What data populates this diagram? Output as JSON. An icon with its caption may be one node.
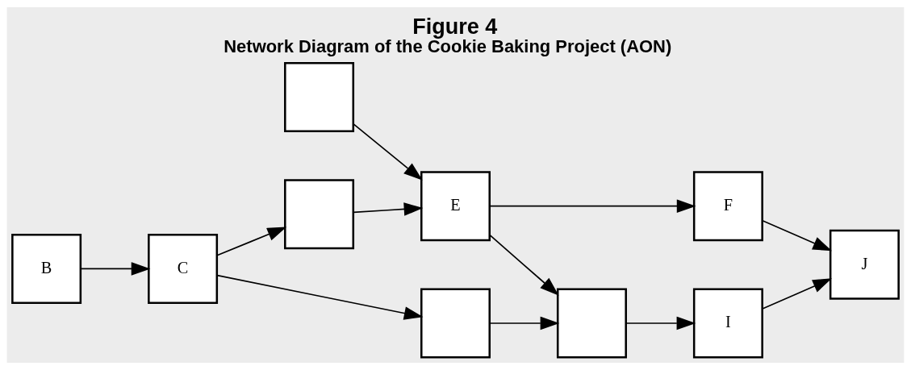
{
  "diagram": {
    "title": "Figure 4",
    "caption": "Network Diagram of the Cookie Baking Project (AON)",
    "nodes": [
      {
        "text": [],
        "shape": "box"
      },
      {
        "text": [
          "E"
        ]
      },
      {
        "text": [
          "F"
        ]
      },
      {
        "text": [
          "J"
        ]
      },
      {
        "text": [],
        "shape": "box"
      },
      {
        "text": [
          "B"
        ]
      },
      {
        "text": [
          "C"
        ]
      },
      {
        "text": [],
        "shape": "box"
      },
      {
        "text": [
          "I"
        ]
      },
      {
        "text": [],
        "shape": "box"
      }
    ],
    "edges": [
      {
        "from": 0,
        "to": 1,
        "arrow": "to"
      },
      {
        "from": 1,
        "to": 2,
        "arrow": "to"
      },
      {
        "from": 2,
        "to": 3,
        "arrow": "to"
      },
      {
        "from": 5,
        "to": 6,
        "arrow": "to"
      },
      {
        "from": 6,
        "to": 4,
        "arrow": "to"
      },
      {
        "from": 6,
        "to": 9,
        "arrow": "to"
      },
      {
        "from": 4,
        "to": 1,
        "arrow": "to"
      },
      {
        "from": 1,
        "to": 7,
        "arrow": "to"
      },
      {
        "from": 9,
        "to": 7,
        "arrow": "to"
      },
      {
        "from": 7,
        "to": 8,
        "arrow": "to"
      },
      {
        "from": 8,
        "to": 3,
        "arrow": "to"
      }
    ]
  }
}
